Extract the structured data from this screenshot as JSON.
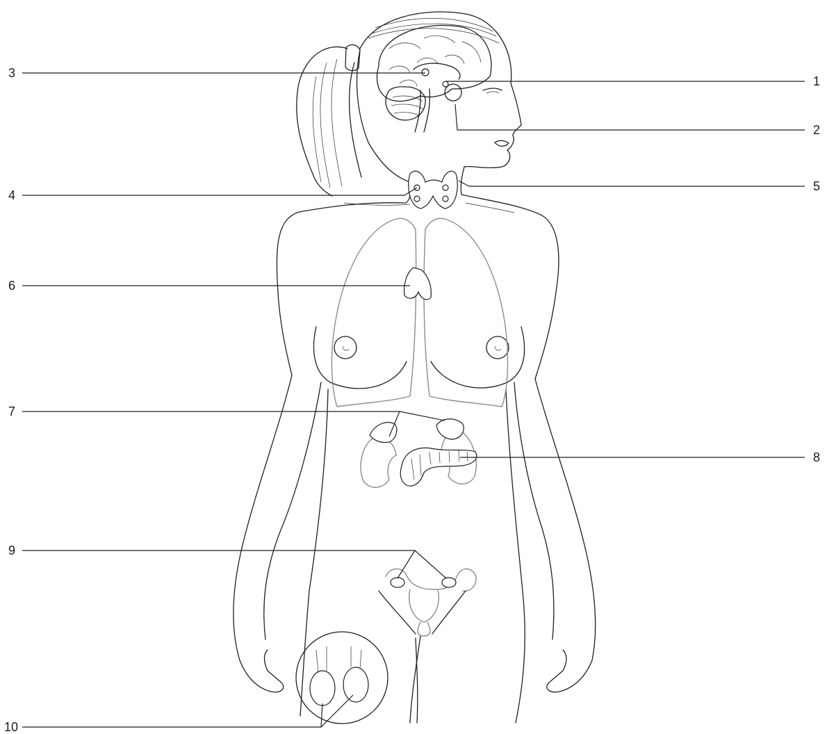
{
  "labels": [
    {
      "id": "1",
      "text": "1"
    },
    {
      "id": "2",
      "text": "2"
    },
    {
      "id": "3",
      "text": "3"
    },
    {
      "id": "4",
      "text": "4"
    },
    {
      "id": "5",
      "text": "5"
    },
    {
      "id": "6",
      "text": "6"
    },
    {
      "id": "7",
      "text": "7"
    },
    {
      "id": "8",
      "text": "8"
    },
    {
      "id": "9",
      "text": "9"
    },
    {
      "id": "10",
      "text": "10"
    }
  ],
  "colors": {
    "line": "#1e1e1e",
    "organ_outline": "#8c8c8c",
    "background": "#ffffff"
  },
  "icons": [
    "female-figure-outline",
    "brain",
    "thyroid",
    "thymus",
    "adrenal-glands",
    "pancreas",
    "ovaries-uterus",
    "testes-inset"
  ]
}
